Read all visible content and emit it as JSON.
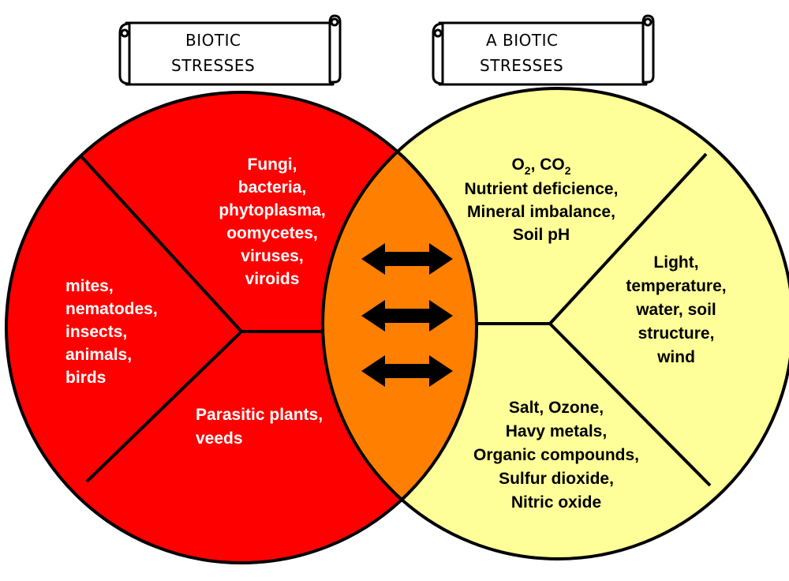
{
  "colors": {
    "biotic_fill": "#ff0000",
    "abiotic_fill": "#ffff99",
    "overlap_fill": "#ff7f00",
    "outline": "#000000",
    "biotic_text": "#ffffff",
    "abiotic_text": "#000000"
  },
  "banners": {
    "biotic": {
      "line1": "BIOTIC",
      "line2": "STRESSES"
    },
    "abiotic": {
      "line1": "A BIOTIC",
      "line2": "STRESSES"
    }
  },
  "biotic": {
    "pathogens": [
      "Fungi,",
      "bacteria,",
      "phytoplasma,",
      "oomycetes,",
      "viruses,",
      "viroids"
    ],
    "animals": [
      "mites,",
      "nematodes,",
      "insects,",
      "animals,",
      "birds"
    ],
    "plants": [
      "Parasitic plants,",
      "veeds"
    ]
  },
  "abiotic": {
    "gases": {
      "o": "O",
      "o_sub": "2",
      "sep": ", ",
      "co": "CO",
      "co_sub": "2"
    },
    "nutrients": [
      "Nutrient deficience,",
      "Mineral imbalance,",
      "Soil pH"
    ],
    "physical": [
      "Light,",
      "temperature,",
      "water, soil",
      "structure,",
      "wind"
    ],
    "chemicals": [
      "Salt, Ozone,",
      "Havy metals,",
      "Organic compounds,",
      "Sulfur dioxide,",
      "Nitric oxide"
    ]
  },
  "icons": {
    "interaction_arrows": "double-headed-arrow-icon",
    "banners": "scroll-banner-icon"
  }
}
